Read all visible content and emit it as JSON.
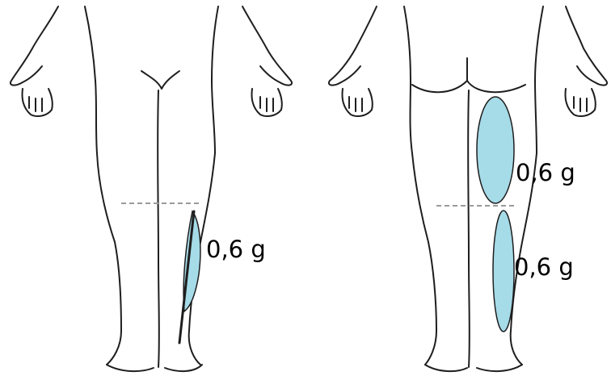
{
  "figures": [
    {
      "view": "front",
      "markers": [
        {
          "label": "0,6 g"
        }
      ]
    },
    {
      "view": "back",
      "markers": [
        {
          "label": "0,6 g"
        },
        {
          "label": "0,6 g"
        }
      ]
    }
  ],
  "colors": {
    "marker_fill": "#a6dbe8",
    "outline": "#1e1e1e",
    "background": "#ffffff"
  }
}
